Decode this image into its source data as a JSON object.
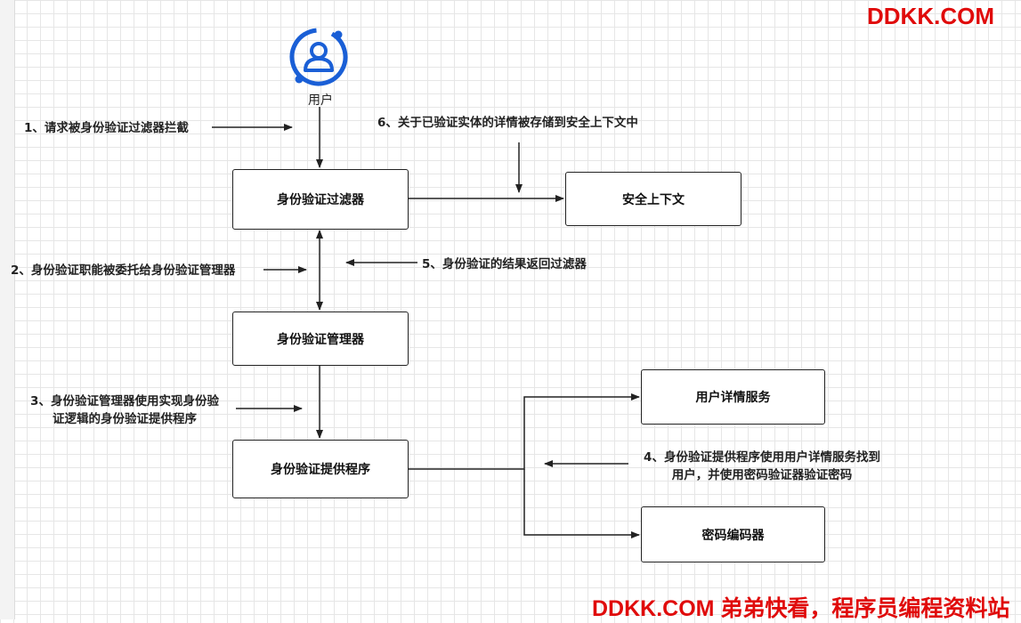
{
  "watermark": {
    "top": "DDKK.COM",
    "bottom": "DDKK.COM 弟弟快看，程序员编程资料站"
  },
  "user": {
    "label": "用户",
    "icon": "user-icon"
  },
  "boxes": {
    "filter": "身份验证过滤器",
    "context": "安全上下文",
    "manager": "身份验证管理器",
    "provider": "身份验证提供程序",
    "user_details": "用户详情服务",
    "encoder": "密码编码器"
  },
  "steps": {
    "s1": "1、请求被身份验证过滤器拦截",
    "s2": "2、身份验证职能被委托给身份验证管理器",
    "s3_line1": "3、身份验证管理器使用实现身份验",
    "s3_line2": "证逻辑的身份验证提供程序",
    "s4_line1": "4、身份验证提供程序使用用户详情服务找到",
    "s4_line2": "用户，并使用密码验证器验证密码",
    "s5": "5、身份验证的结果返回过滤器",
    "s6": "6、关于已验证实体的详情被存储到安全上下文中"
  },
  "colors": {
    "icon": "#1a5fd6",
    "watermark": "#e00b0b",
    "stroke": "#222222"
  }
}
